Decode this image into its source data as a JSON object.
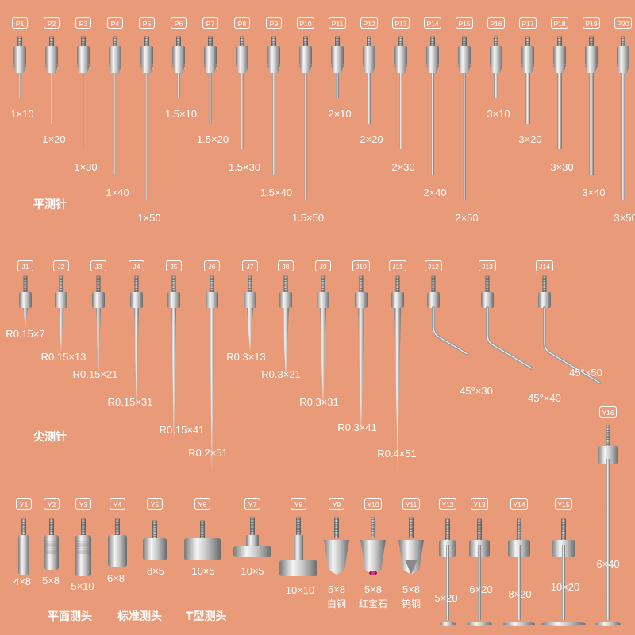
{
  "colors": {
    "background": "#e99a78",
    "steel_light": "#f2f2f2",
    "steel_mid": "#b5b5b5",
    "steel_dark": "#6e6e6e",
    "ruby": "#c0206a"
  },
  "flat_probes": {
    "group_label": "平测针",
    "items": [
      {
        "code": "P1",
        "size": "1×10"
      },
      {
        "code": "P2",
        "size": "1×20"
      },
      {
        "code": "P3",
        "size": "1×30"
      },
      {
        "code": "P4",
        "size": "1×40"
      },
      {
        "code": "P5",
        "size": "1×50"
      },
      {
        "code": "P6",
        "size": "1.5×10"
      },
      {
        "code": "P7",
        "size": "1.5×20"
      },
      {
        "code": "P8",
        "size": "1.5×30"
      },
      {
        "code": "P9",
        "size": "1.5×40"
      },
      {
        "code": "P10",
        "size": "1.5×50"
      },
      {
        "code": "P11",
        "size": "2×10"
      },
      {
        "code": "P12",
        "size": "2×20"
      },
      {
        "code": "P13",
        "size": "2×30"
      },
      {
        "code": "P14",
        "size": "2×40"
      },
      {
        "code": "P15",
        "size": "2×50"
      },
      {
        "code": "P16",
        "size": "3×10"
      },
      {
        "code": "P17",
        "size": "3×20"
      },
      {
        "code": "P18",
        "size": "3×30"
      },
      {
        "code": "P19",
        "size": "3×40"
      },
      {
        "code": "P20",
        "size": "3×50"
      }
    ]
  },
  "pointed_probes": {
    "group_label": "尖测针",
    "items": [
      {
        "code": "J1",
        "size": "R0.15×7"
      },
      {
        "code": "J2",
        "size": "R0.15×13"
      },
      {
        "code": "J3",
        "size": "R0.15×21"
      },
      {
        "code": "J4",
        "size": "R0.15×31"
      },
      {
        "code": "J5",
        "size": "R0.15×41"
      },
      {
        "code": "J6",
        "size": "R0.2×51"
      },
      {
        "code": "J7",
        "size": "R0.3×13"
      },
      {
        "code": "J8",
        "size": "R0.3×21"
      },
      {
        "code": "J9",
        "size": "R0.3×31"
      },
      {
        "code": "J10",
        "size": "R0.3×41"
      },
      {
        "code": "J11",
        "size": "R0.4×51"
      },
      {
        "code": "J12",
        "size": "45°×30"
      },
      {
        "code": "J13",
        "size": "45°×40"
      },
      {
        "code": "J14",
        "size": "45°×50"
      }
    ]
  },
  "heads": {
    "group_labels": [
      "平面测头",
      "标准测头",
      "T型测头"
    ],
    "items": [
      {
        "code": "Y1",
        "size": "4×8"
      },
      {
        "code": "Y2",
        "size": "5×8"
      },
      {
        "code": "Y3",
        "size": "5×10"
      },
      {
        "code": "Y4",
        "size": "6×8"
      },
      {
        "code": "Y5",
        "size": "8×5"
      },
      {
        "code": "Y6",
        "size": "10×5"
      },
      {
        "code": "Y7",
        "size": "10×5"
      },
      {
        "code": "Y8",
        "size": "10×10"
      },
      {
        "code": "Y9",
        "size": "5×8",
        "material": "白钢"
      },
      {
        "code": "Y10",
        "size": "5×8",
        "material": "红宝石"
      },
      {
        "code": "Y11",
        "size": "5×8",
        "material": "钨钢"
      },
      {
        "code": "Y12",
        "size": "5×20"
      },
      {
        "code": "Y13",
        "size": "6×20"
      },
      {
        "code": "Y14",
        "size": "8×20"
      },
      {
        "code": "Y15",
        "size": "10×20"
      },
      {
        "code": "Y16",
        "size": "6×40"
      }
    ]
  }
}
